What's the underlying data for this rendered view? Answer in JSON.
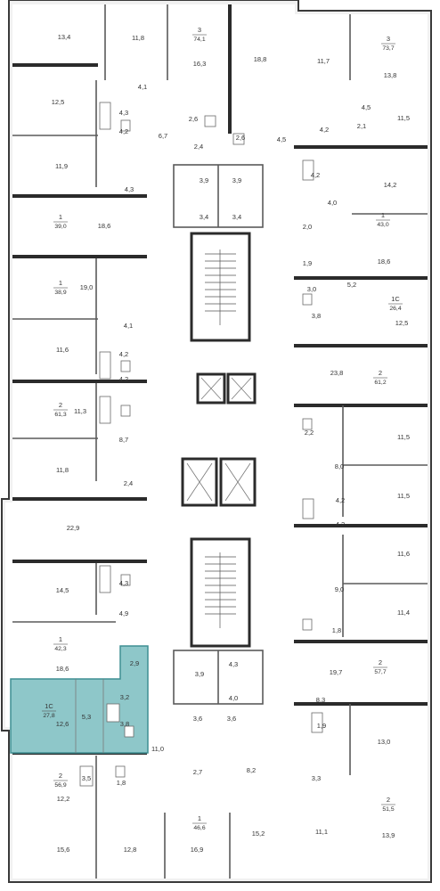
{
  "highlight_color": "#8ec7c9",
  "apartments": [
    {
      "rooms": "3",
      "total": "74,1"
    },
    {
      "rooms": "3",
      "total": "73,7"
    },
    {
      "rooms": "1",
      "total": "39,0"
    },
    {
      "rooms": "1",
      "total": "43,0"
    },
    {
      "rooms": "1",
      "total": "38,9"
    },
    {
      "rooms": "1С",
      "total": "26,4"
    },
    {
      "rooms": "2",
      "total": "61,3"
    },
    {
      "rooms": "2",
      "total": "61,2"
    },
    {
      "rooms": "1",
      "total": "42,3"
    },
    {
      "rooms": "2",
      "total": "57,7"
    },
    {
      "rooms": "1С",
      "total": "27,8"
    },
    {
      "rooms": "2",
      "total": "56,9"
    },
    {
      "rooms": "1",
      "total": "46,6"
    },
    {
      "rooms": "2",
      "total": "51,5"
    }
  ],
  "room_labels": [
    "13,4",
    "11,8",
    "16,3",
    "18,8",
    "11,7",
    "13,8",
    "4,1",
    "12,5",
    "4,3",
    "2,6",
    "6,7",
    "4,5",
    "11,5",
    "4,2",
    "2,4",
    "2,6",
    "4,5",
    "4,2",
    "2,1",
    "11,9",
    "3,9",
    "3,9",
    "4,2",
    "14,2",
    "4,3",
    "4,0",
    "3,4",
    "3,4",
    "2,0",
    "18,6",
    "18,6",
    "1,9",
    "19,0",
    "3,0",
    "5,2",
    "3,8",
    "12,5",
    "4,1",
    "11,6",
    "4,2",
    "23,8",
    "4,2",
    "11,3",
    "2,2",
    "11,5",
    "8,7",
    "8,0",
    "11,8",
    "2,4",
    "4,2",
    "11,5",
    "22,9",
    "4,2",
    "11,6",
    "4,3",
    "14,5",
    "9,0",
    "4,9",
    "11,4",
    "1,8",
    "18,6",
    "2,9",
    "3,9",
    "4,3",
    "4,0",
    "19,7",
    "3,2",
    "3,6",
    "8,3",
    "5,3",
    "3,8",
    "12,6",
    "3,6",
    "1,9",
    "13,0",
    "11,0",
    "2,7",
    "8,2",
    "3,5",
    "1,8",
    "3,3",
    "12,2",
    "15,6",
    "12,8",
    "16,9",
    "15,2",
    "11,1",
    "13,9"
  ]
}
